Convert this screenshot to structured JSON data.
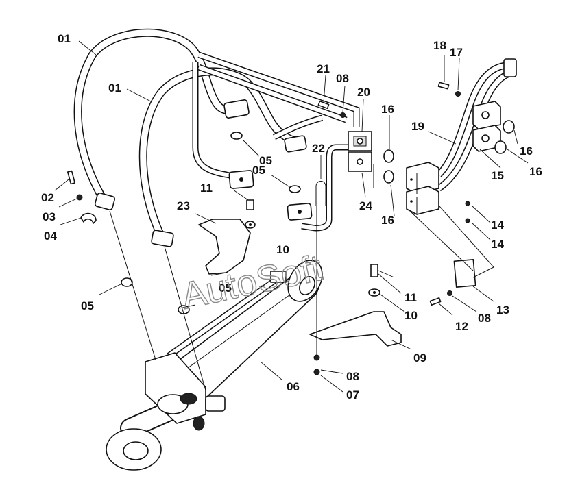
{
  "labels": [
    {
      "id": "l01a",
      "text": "01"
    },
    {
      "id": "l01b",
      "text": "01"
    },
    {
      "id": "l02",
      "text": "02"
    },
    {
      "id": "l03",
      "text": "03"
    },
    {
      "id": "l04",
      "text": "04"
    },
    {
      "id": "l05a",
      "text": "05"
    },
    {
      "id": "l05b",
      "text": "05"
    },
    {
      "id": "l05c",
      "text": "05"
    },
    {
      "id": "l05d",
      "text": "05"
    },
    {
      "id": "l06",
      "text": "06"
    },
    {
      "id": "l07",
      "text": "07"
    },
    {
      "id": "l08a",
      "text": "08"
    },
    {
      "id": "l08b",
      "text": "08"
    },
    {
      "id": "l08c",
      "text": "08"
    },
    {
      "id": "l09",
      "text": "09"
    },
    {
      "id": "l10a",
      "text": "10"
    },
    {
      "id": "l10b",
      "text": "10"
    },
    {
      "id": "l11a",
      "text": "11"
    },
    {
      "id": "l11b",
      "text": "11"
    },
    {
      "id": "l12",
      "text": "12"
    },
    {
      "id": "l13",
      "text": "13"
    },
    {
      "id": "l14a",
      "text": "14"
    },
    {
      "id": "l14b",
      "text": "14"
    },
    {
      "id": "l15",
      "text": "15"
    },
    {
      "id": "l16a",
      "text": "16"
    },
    {
      "id": "l16b",
      "text": "16"
    },
    {
      "id": "l16c",
      "text": "16"
    },
    {
      "id": "l16d",
      "text": "16"
    },
    {
      "id": "l17",
      "text": "17"
    },
    {
      "id": "l18",
      "text": "18"
    },
    {
      "id": "l19",
      "text": "19"
    },
    {
      "id": "l20",
      "text": "20"
    },
    {
      "id": "l21",
      "text": "21"
    },
    {
      "id": "l22",
      "text": "22"
    },
    {
      "id": "l23",
      "text": "23"
    },
    {
      "id": "l24",
      "text": "24"
    }
  ],
  "watermark": "AutoSoft"
}
